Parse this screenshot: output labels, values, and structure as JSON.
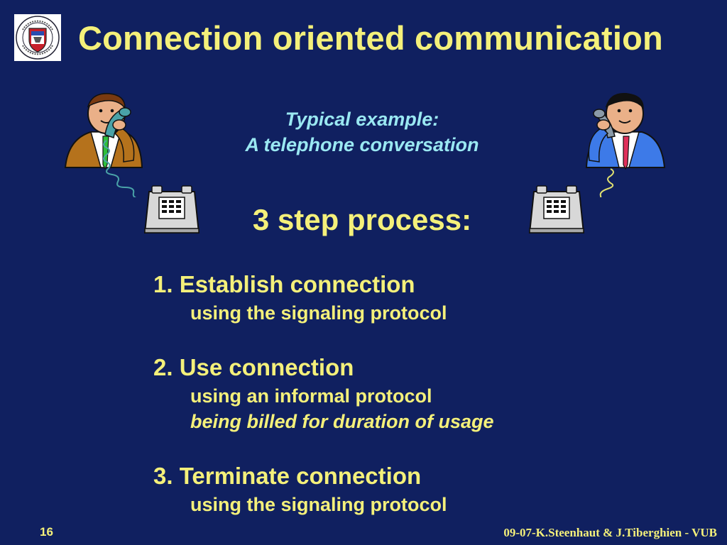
{
  "slide": {
    "title": "Connection oriented communication",
    "subtitle_line1": "Typical example:",
    "subtitle_line2": "A telephone conversation",
    "heading": "3 step process:",
    "steps": [
      {
        "title": "1. Establish connection",
        "details": [
          "using the signaling protocol"
        ]
      },
      {
        "title": "2. Use connection",
        "details": [
          "using an informal protocol",
          "being billed for duration of usage"
        ]
      },
      {
        "title": "3. Terminate connection",
        "details": [
          "using the signaling protocol"
        ]
      }
    ]
  },
  "logo": {
    "icon": "university-seal-icon",
    "text": "VRIJE UNIVERSITEIT BRUSSEL SCIENTIA VINCERE TENEBRAS"
  },
  "footer": {
    "page_number": "16",
    "credit": "09-07-K.Steenhaut & J.Tiberghien - VUB"
  },
  "colors": {
    "background": "#102060",
    "title": "#f4f07a",
    "subtitle": "#9ae8f2"
  }
}
